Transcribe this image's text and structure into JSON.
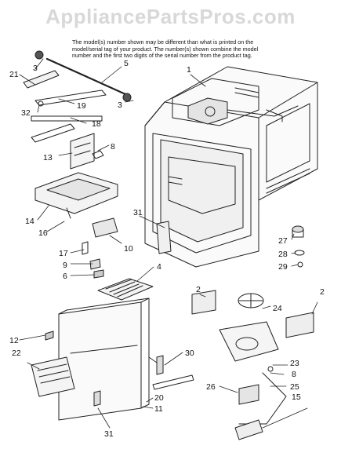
{
  "watermark": "AppliancePartsPros.com",
  "note_lines": [
    "The model(s) number shown may be different than what is printed on the",
    "model/serial tag of your product. The number(s) shown combine the model",
    "number and the first two digits of the serial number from the product tag."
  ],
  "callouts": [
    "1",
    "2",
    "2",
    "3",
    "3",
    "4",
    "5",
    "6",
    "8",
    "8",
    "9",
    "10",
    "11",
    "12",
    "13",
    "14",
    "15",
    "16",
    "17",
    "18",
    "19",
    "20",
    "21",
    "22",
    "23",
    "24",
    "25",
    "26",
    "27",
    "28",
    "29",
    "30",
    "31",
    "31",
    "32"
  ]
}
